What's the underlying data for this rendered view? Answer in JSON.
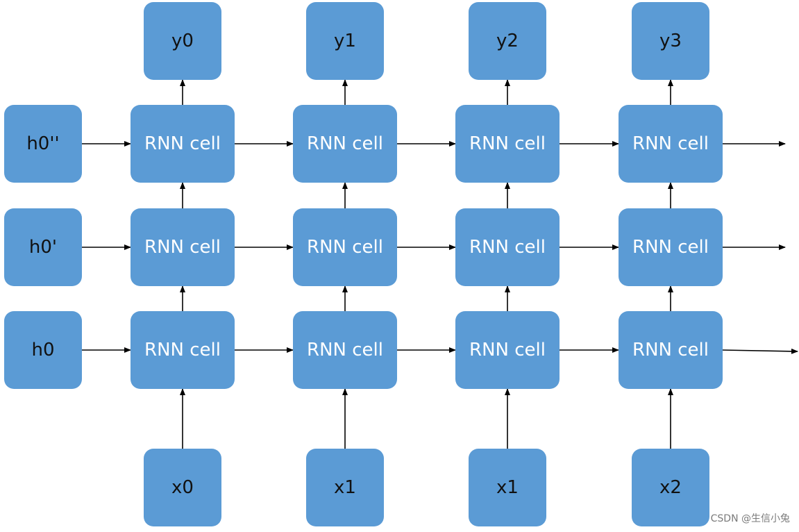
{
  "diagram": {
    "inputs": [
      "x0",
      "x1",
      "x1",
      "x2"
    ],
    "outputs": [
      "y0",
      "y1",
      "y2",
      "y3"
    ],
    "initial_states": [
      "h0",
      "h0'",
      "h0''"
    ],
    "cell_label": "RNN cell",
    "layers": 3,
    "timesteps": 4,
    "colors": {
      "box_fill": "#5b9bd5",
      "cell_text": "#ffffff",
      "io_text": "#111111",
      "arrow": "#000000"
    }
  },
  "watermark": "CSDN @生信小兔"
}
